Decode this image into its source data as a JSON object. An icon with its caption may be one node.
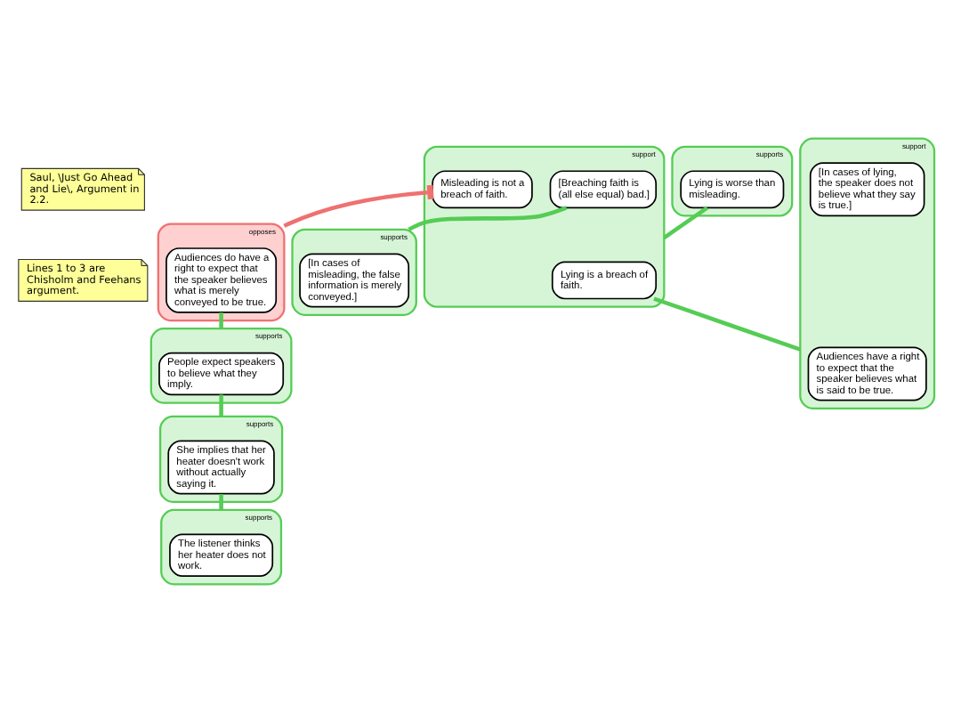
{
  "diagram": {
    "nodes": [
      {
        "text": [
          "Saul, \\Just Go Ahead and Lie\\, Argument in 2.2."
        ]
      },
      {
        "text": [
          "supports"
        ]
      },
      {
        "text": [
          "Lying is worse than misleading."
        ],
        "in": 1
      },
      {
        "text": [
          "Lines 1 to 3 are Chisholm and Feehans argument."
        ]
      },
      {
        "text": [
          "support"
        ]
      },
      {
        "text": [
          "Lying is a breach of faith."
        ],
        "in": 4
      },
      {
        "text": [
          "Misleading is not a breach of faith."
        ],
        "in": 4
      },
      {
        "text": [
          "[Breaching faith is (all else equal) bad.]"
        ],
        "in": 4
      },
      {
        "text": [
          "support"
        ]
      },
      {
        "text": [
          "Audiences have a right to expect that the speaker believes what is said to be true."
        ],
        "in": 8
      },
      {
        "text": [
          "[In cases of lying, the speaker does not believe what they say is true.]"
        ],
        "in": 8
      },
      {
        "text": [
          "opposes"
        ]
      },
      {
        "text": [
          "Audiences do have a right to expect that the speaker believes what is merely conveyed to be true."
        ],
        "in": 11
      },
      {
        "text": [
          "supports"
        ]
      },
      {
        "text": [
          "[In cases of misleading, the false information is merely conveyed.]"
        ],
        "in": 13
      },
      {
        "text": [
          "supports"
        ]
      },
      {
        "text": [
          "People expect speakers to believe what they imply."
        ],
        "in": 15
      },
      {
        "text": [
          "supports"
        ]
      },
      {
        "text": [
          "She implies that her heater doesn't work without actually saying it."
        ],
        "in": 17
      },
      {
        "text": [
          "supports"
        ]
      },
      {
        "text": [
          "The listener thinks her heater does not work."
        ],
        "in": 19
      }
    ],
    "edges": [
      {
        "from": 4,
        "to": 2,
        "arrow": "none"
      },
      {
        "from": 8,
        "to": 5,
        "arrow": "none"
      },
      {
        "from": 11,
        "to": 6,
        "arrow": "other",
        "color": "#f07070"
      },
      {
        "from": 13,
        "to": 7,
        "arrow": "none"
      },
      {
        "from": 15,
        "to": 12,
        "arrow": "none"
      },
      {
        "from": 17,
        "to": 16,
        "arrow": "none"
      },
      {
        "from": 19,
        "to": 18,
        "arrow": "none"
      }
    ]
  }
}
